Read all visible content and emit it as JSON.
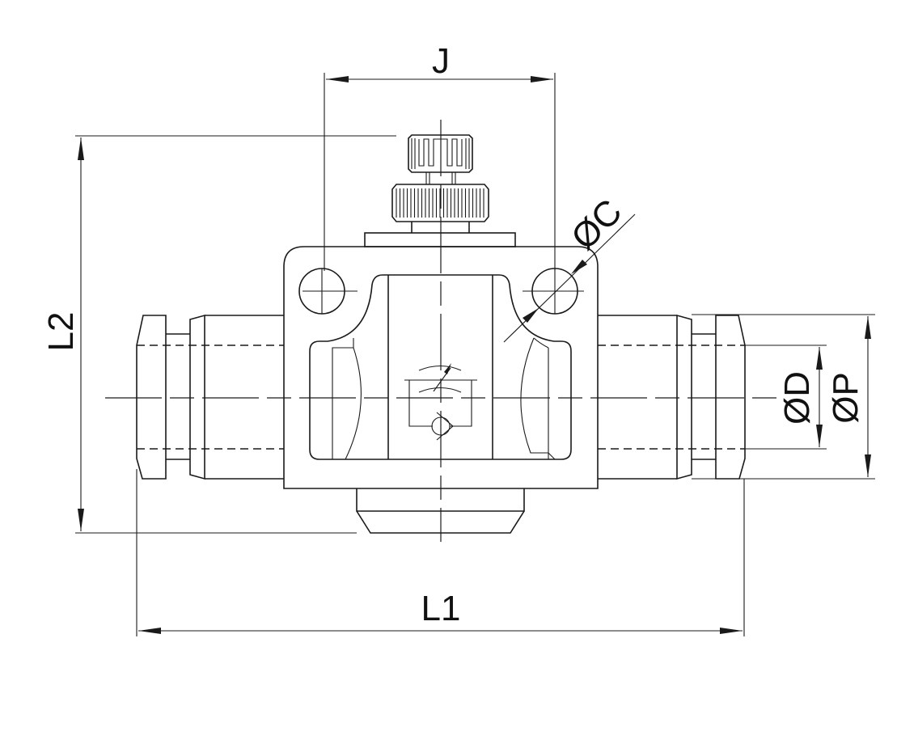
{
  "labels": {
    "j": "J",
    "l1": "L1",
    "l2": "L2",
    "c": "ØC",
    "d": "ØD",
    "p": "ØP"
  },
  "colors": {
    "line": "#1a1a1a",
    "background": "#ffffff"
  }
}
